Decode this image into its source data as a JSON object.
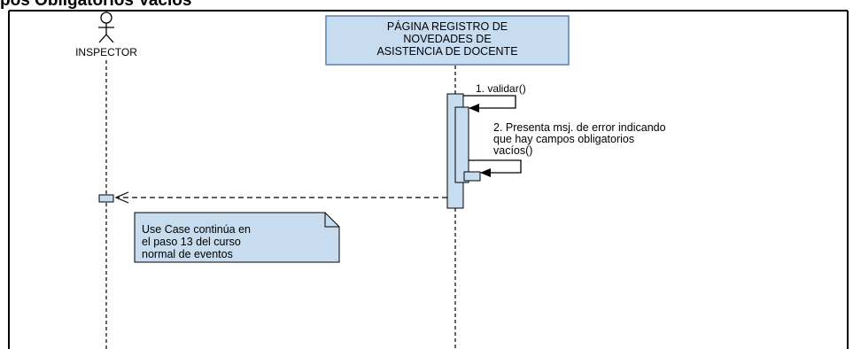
{
  "heading": "pos Obligatorios Vacíos",
  "actor": {
    "name": "INSPECTOR"
  },
  "lifeline_box": {
    "lines": [
      "PÁGINA REGISTRO DE",
      "NOVEDADES DE",
      "ASISTENCIA DE DOCENTE"
    ]
  },
  "messages": [
    {
      "label_lines": [
        "1. validar()"
      ]
    },
    {
      "label_lines": [
        "2. Presenta msj. de error indicando",
        "que hay campos obligatorios",
        "vacíos()"
      ]
    }
  ],
  "note": {
    "lines": [
      "Use Case continúa en",
      "el paso 13 del curso",
      "normal de eventos"
    ]
  },
  "colors": {
    "box_fill": "#c7dcef",
    "box_border": "#5b82ab",
    "activation_fill": "#c7dcef",
    "line": "#000000"
  }
}
